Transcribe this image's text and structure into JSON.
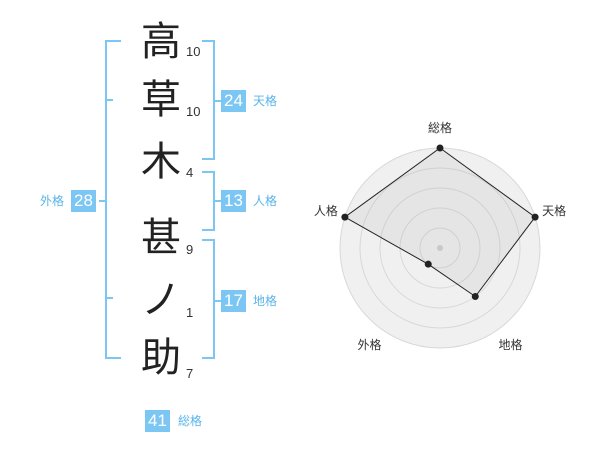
{
  "name": {
    "characters": [
      {
        "char": "高",
        "strokes": "10"
      },
      {
        "char": "草",
        "strokes": "10"
      },
      {
        "char": "木",
        "strokes": "4"
      },
      {
        "char": "甚",
        "strokes": "9"
      },
      {
        "char": "ノ",
        "strokes": "1"
      },
      {
        "char": "助",
        "strokes": "7"
      }
    ]
  },
  "fortunes": {
    "tenkaku": {
      "label": "天格",
      "value": "24"
    },
    "jinkaku": {
      "label": "人格",
      "value": "13"
    },
    "chikaku": {
      "label": "地格",
      "value": "17"
    },
    "gaikaku": {
      "label": "外格",
      "value": "28"
    },
    "soukaku": {
      "label": "総格",
      "value": "41"
    }
  },
  "colors": {
    "bracket": "#7cc6f3",
    "badge": "#7cc6f3",
    "label": "#58b4ea",
    "radar_fill": "#f0f0f0",
    "radar_line": "#222222"
  },
  "chart_data": {
    "type": "radar",
    "axes": [
      "総格",
      "天格",
      "地格",
      "外格",
      "人格"
    ],
    "values": [
      5,
      5,
      3,
      1,
      5
    ],
    "max": 5
  }
}
